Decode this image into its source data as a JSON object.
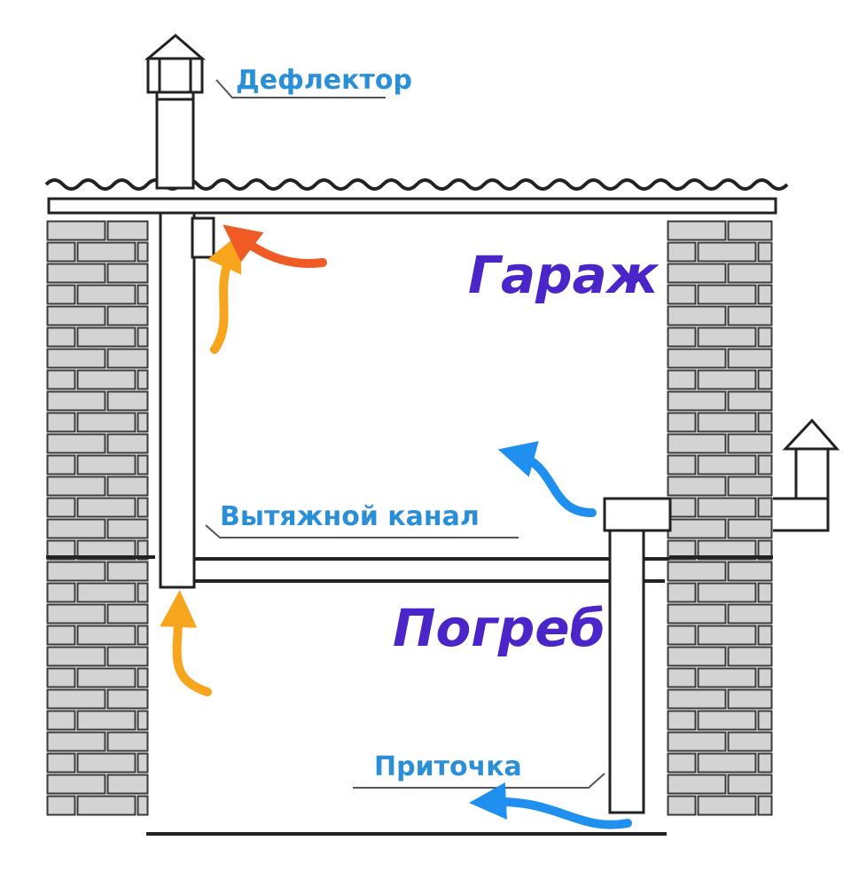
{
  "labels": {
    "deflector": "Дефлектор",
    "garage": "Гараж",
    "exhaust_channel": "Вытяжной канал",
    "cellar": "Погреб",
    "supply": "Приточка"
  },
  "colors": {
    "room_label": "#4a25c8",
    "callout_label": "#2a8fd6",
    "arrow_orange": "#f6a51c",
    "arrow_red": "#f05a24",
    "arrow_blue": "#1f8ff0",
    "brick_fill": "#d3d3d3",
    "brick_stroke": "#3a3a3a",
    "line": "#222222"
  }
}
